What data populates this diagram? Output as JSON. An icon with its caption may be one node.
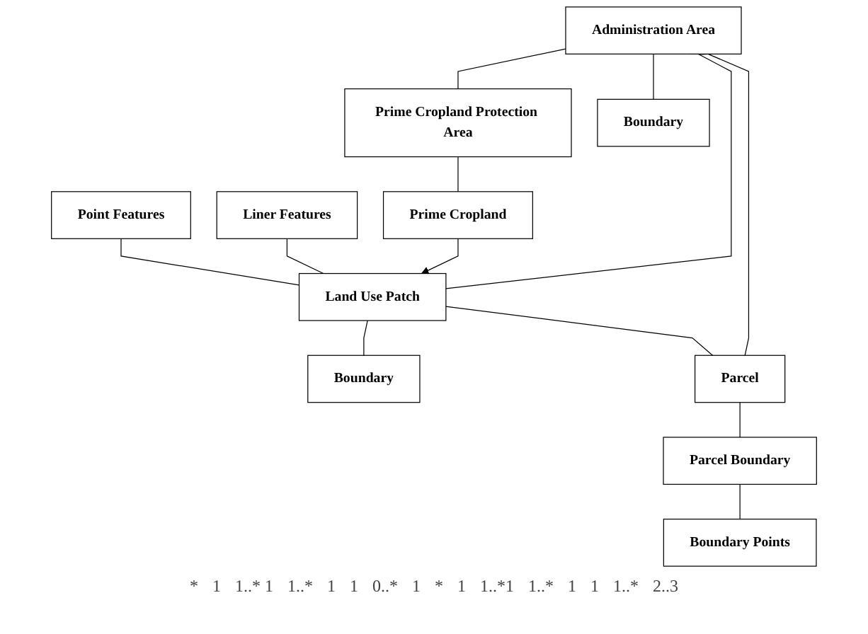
{
  "diagram": {
    "nodes": [
      {
        "text": [
          "Point Features"
        ]
      },
      {
        "text": [
          "Liner Features"
        ]
      },
      {
        "text": [
          "Prime Cropland"
        ]
      },
      {
        "text": [
          "Boundary"
        ]
      },
      {
        "text": [
          "Land Use Patch"
        ]
      },
      {
        "text": [
          "Prime Cropland Protection Area"
        ]
      },
      {
        "text": [
          "Administration Area"
        ]
      },
      {
        "text": [
          "Parcel Boundary"
        ]
      },
      {
        "text": [
          "Parcel"
        ]
      },
      {
        "text": [
          "Boundary Points"
        ]
      },
      {
        "text": [
          "Boundary"
        ]
      }
    ],
    "edges": [
      {
        "from": 0,
        "to": 4,
        "arrow": "none"
      },
      {
        "from": 1,
        "to": 4,
        "arrow": "none"
      },
      {
        "from": 2,
        "to": 4,
        "arrow": "to"
      },
      {
        "from": 2,
        "to": 5,
        "arrow": "other"
      },
      {
        "from": 3,
        "to": 4,
        "arrow": "other"
      },
      {
        "from": 4,
        "to": 6,
        "arrow": "other"
      },
      {
        "from": 8,
        "to": 4,
        "arrow": "other"
      },
      {
        "from": 5,
        "to": 6,
        "arrow": "other"
      },
      {
        "from": 7,
        "to": 8,
        "arrow": "other"
      },
      {
        "from": 8,
        "to": 6,
        "arrow": "other"
      },
      {
        "from": 10,
        "to": 6,
        "arrow": "other"
      },
      {
        "from": 9,
        "to": 7,
        "arrow": "other"
      }
    ],
    "labels": [
      "*",
      "1",
      "1..* 1",
      "1..*",
      "1",
      "1",
      "0..*",
      "1",
      "*",
      "1",
      "1..*1",
      "1..*",
      "1",
      "1",
      "1..*",
      "2..3"
    ]
  }
}
